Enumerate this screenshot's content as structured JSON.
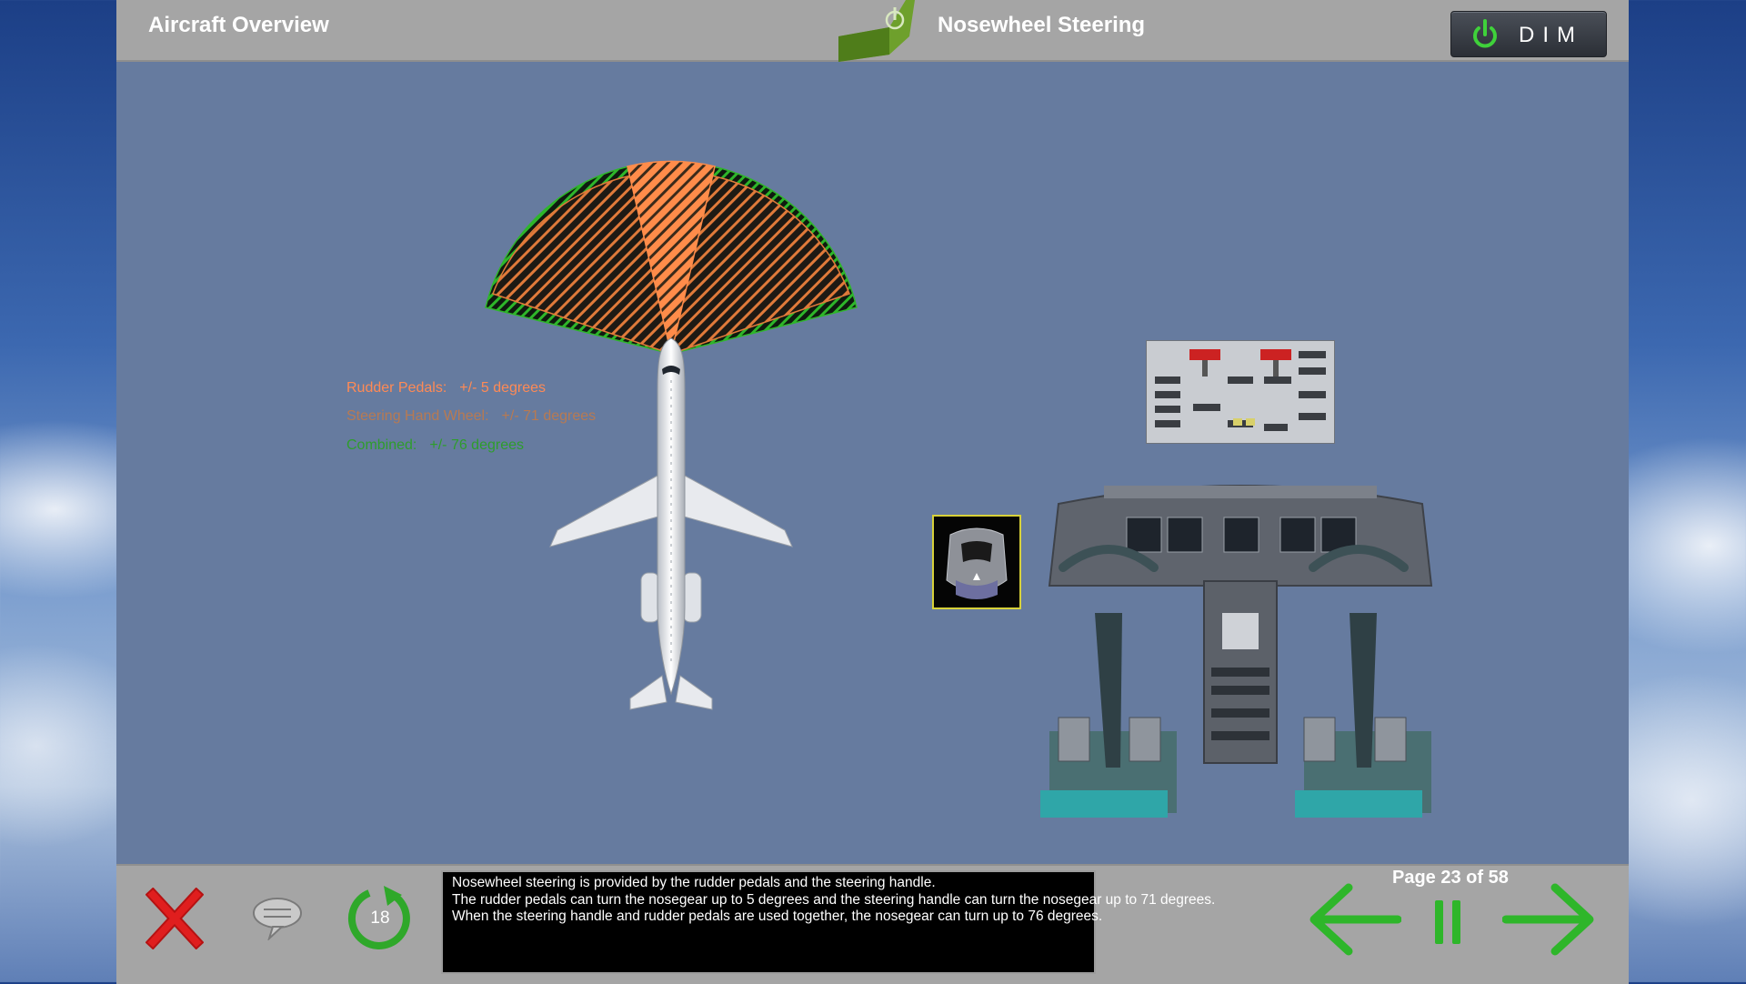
{
  "header": {
    "app_title": "Aircraft Overview",
    "page_title": "Nosewheel Steering",
    "dim_label": "DIM"
  },
  "diagram": {
    "legend": {
      "rudder": {
        "label": "Rudder Pedals:",
        "value": "+/- 5 degrees",
        "color": "#ff8a55"
      },
      "handwheel": {
        "label": "Steering Hand Wheel:",
        "value": "+/- 71 degrees",
        "color": "#b87a52"
      },
      "combined": {
        "label": "Combined:",
        "value": "+/- 76 degrees",
        "color": "#2e9d2c"
      }
    },
    "angles": {
      "rudder": 5,
      "handwheel": 71,
      "combined": 76
    }
  },
  "footer": {
    "replay_count": "18",
    "caption_lines": [
      "Nosewheel steering is provided by the rudder pedals and the steering handle.",
      "The rudder pedals can turn the nosegear up to 5 degrees and the steering handle can turn the nosegear up to 71 degrees.",
      "When the steering handle and rudder pedals are used together, the nosegear can turn up to 76 degrees."
    ],
    "page_indicator": "Page 23 of 58"
  },
  "icons": {
    "logo": "aircraft-tail-logo-icon",
    "dim": "power-icon",
    "close": "close-x-icon",
    "comment": "speech-bubble-icon",
    "replay": "replay-arrow-icon",
    "prev": "arrow-left-icon",
    "pause": "pause-icon",
    "next": "arrow-right-icon"
  },
  "colors": {
    "accent_green": "#3fd13a",
    "close_red": "#e01e1e",
    "panel_gray": "#a5a5a5",
    "stage_blue": "#667b9f"
  }
}
